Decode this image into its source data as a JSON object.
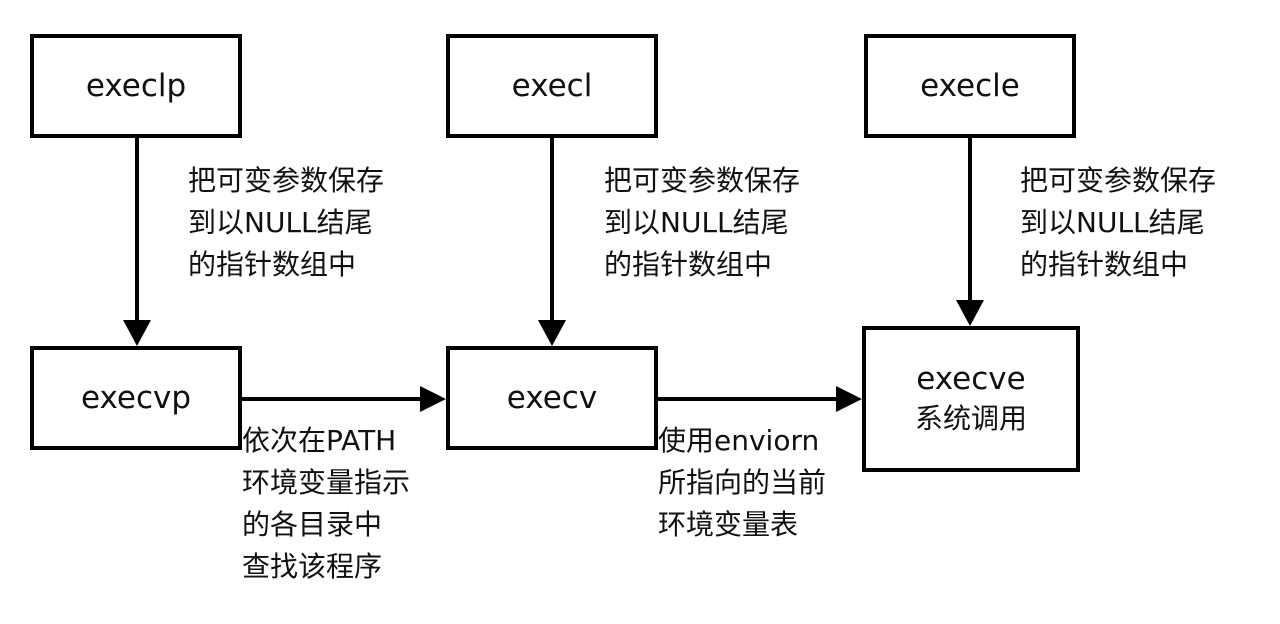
{
  "nodes": {
    "execlp": "execlp",
    "execl": "execl",
    "execle": "execle",
    "execvp": "execvp",
    "execv": "execv",
    "execve_name": "execve",
    "execve_sub": "系统调用"
  },
  "notes": {
    "execlp_to_execvp": "把可变参数保存\n到以NULL结尾\n的指针数组中",
    "execl_to_execv": "把可变参数保存\n到以NULL结尾\n的指针数组中",
    "execle_to_execve": "把可变参数保存\n到以NULL结尾\n的指针数组中",
    "execvp_to_execv": "依次在PATH\n环境变量指示\n的各目录中\n查找该程序",
    "execv_to_execve": "使用enviorn\n所指向的当前\n环境变量表"
  }
}
